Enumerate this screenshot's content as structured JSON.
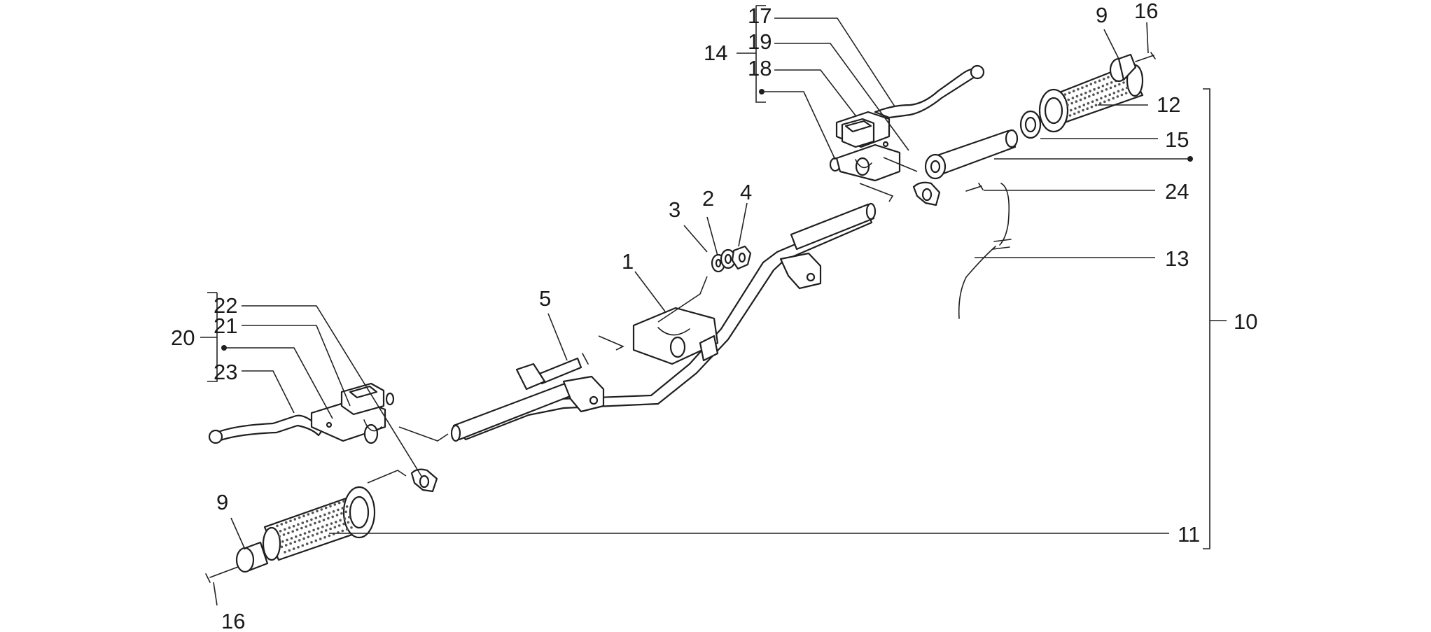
{
  "labels": {
    "l1": "1",
    "l2": "2",
    "l3": "3",
    "l4": "4",
    "l5": "5",
    "l9a": "9",
    "l9b": "9",
    "l10": "10",
    "l11": "11",
    "l12": "12",
    "l13": "13",
    "l14": "14",
    "l15": "15",
    "l16a": "16",
    "l16b": "16",
    "l17": "17",
    "l18": "18",
    "l19": "19",
    "l20": "20",
    "l21": "21",
    "l22": "22",
    "l23": "23",
    "l24": "24"
  },
  "colors": {
    "line": "#1f1f1f",
    "background": "#ffffff"
  }
}
